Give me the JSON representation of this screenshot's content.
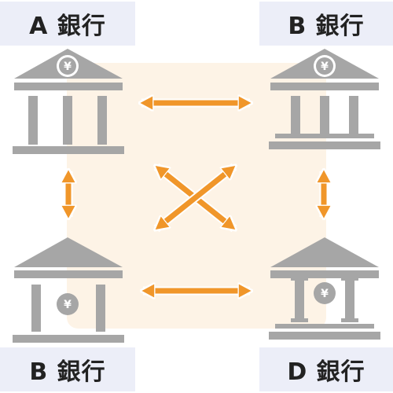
{
  "banks": {
    "top_left": {
      "label": "A 銀行"
    },
    "top_right": {
      "label": "B 銀行"
    },
    "bottom_left": {
      "label": "B 銀行"
    },
    "bottom_right": {
      "label": "D 銀行"
    }
  },
  "yen_symbol": "¥",
  "colors": {
    "building": "#a6a6a6",
    "arrow": "#f0962a",
    "arrow_outline": "#ffffff",
    "center_panel": "#fdf3e6",
    "label_bg": "#eceef8",
    "label_text": "#222222"
  },
  "icons": [
    "bank-building-icon",
    "yen-coin-icon",
    "double-headed-arrow-icon"
  ]
}
